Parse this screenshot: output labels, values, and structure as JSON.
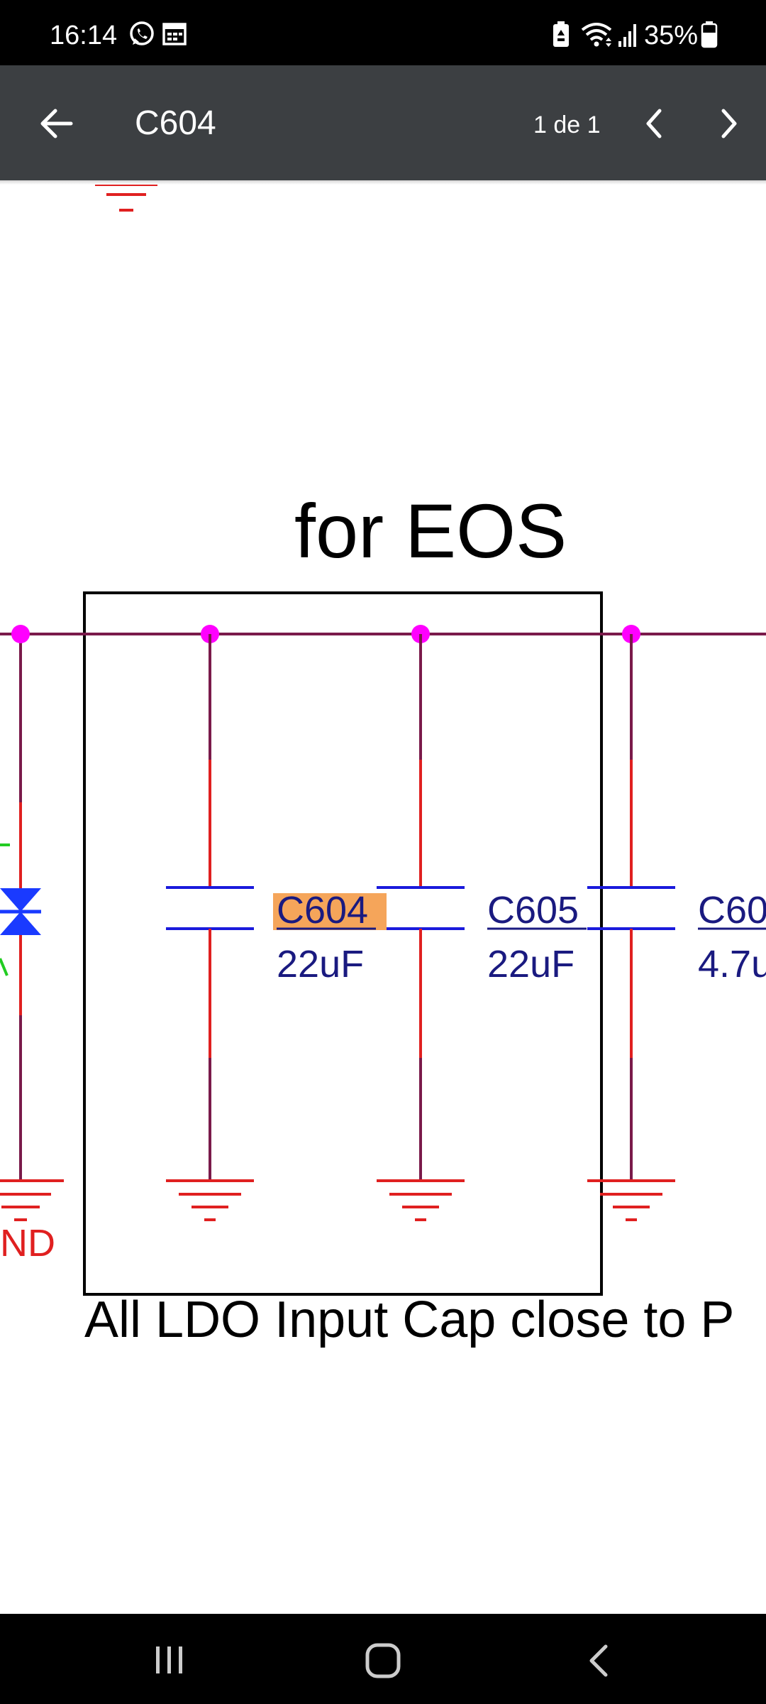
{
  "status_bar": {
    "time": "16:14",
    "battery_percent": "35%",
    "icons": [
      "whatsapp-icon",
      "calendar-icon",
      "battery-saver-icon",
      "wifi-icon",
      "signal-icon",
      "battery-icon"
    ]
  },
  "toolbar": {
    "query": "C604",
    "match_counter": "1 de 1",
    "back_icon": "arrow-left-icon",
    "prev_icon": "chevron-left-icon",
    "next_icon": "chevron-right-icon"
  },
  "schematic": {
    "heading": "for EOS",
    "caption": "All LDO Input Cap close to P",
    "capacitors": [
      {
        "ref": "C604",
        "value": "22uF",
        "highlighted": true
      },
      {
        "ref": "C605",
        "value": "22uF",
        "highlighted": false
      },
      {
        "ref": "C60",
        "value": "4.7u",
        "highlighted": false
      }
    ],
    "ground_label": "ND",
    "colors": {
      "wire": "#7a1a4a",
      "wire_red": "#e02020",
      "junction": "#ff00ff",
      "capacitor_plate": "#1a1adc",
      "label_text": "#1a1a80",
      "highlight": "#f5a55a",
      "ground": "#e02020",
      "net_green": "#22cc22",
      "tvs_blue": "#1a3aff"
    }
  },
  "nav_bar": {
    "icons": [
      "recent-apps-icon",
      "home-icon",
      "back-icon"
    ]
  }
}
